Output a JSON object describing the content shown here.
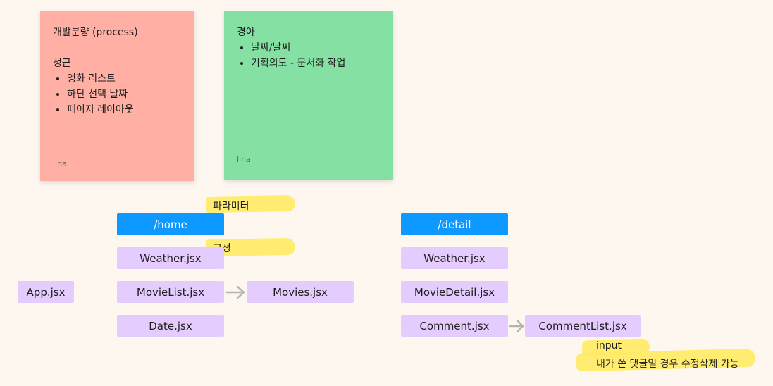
{
  "sticky_notes": [
    {
      "title": "개발분량 (process)",
      "subtitle": "성근",
      "items": [
        "영화 리스트",
        "하단 선택 날짜",
        "페이지 레이아웃"
      ],
      "author": "lina",
      "color": "#ffafa3"
    },
    {
      "title": "경아",
      "items": [
        "날짜/날씨",
        "기획의도 - 문서화 작업"
      ],
      "author": "lina",
      "color": "#85e0a3"
    }
  ],
  "nodes": {
    "app": "App.jsx",
    "home_route": "/home",
    "home_weather": "Weather.jsx",
    "movie_list": "MovieList.jsx",
    "movies": "Movies.jsx",
    "date": "Date.jsx",
    "detail_route": "/detail",
    "detail_weather": "Weather.jsx",
    "movie_detail": "MovieDetail.jsx",
    "comment": "Comment.jsx",
    "comment_list": "CommentList.jsx"
  },
  "annotations": {
    "parameter": "파라미터",
    "fixed": "고정",
    "input": "input",
    "edit_delete": "내가 쓴 댓글일 경우 수정삭제 가능"
  },
  "colors": {
    "background": "#fdf7f0",
    "route_blue": "#0d99ff",
    "component_purple": "#e4ccff",
    "highlight_yellow": "#ffeb69",
    "arrow_gray": "#b3b3b3"
  }
}
